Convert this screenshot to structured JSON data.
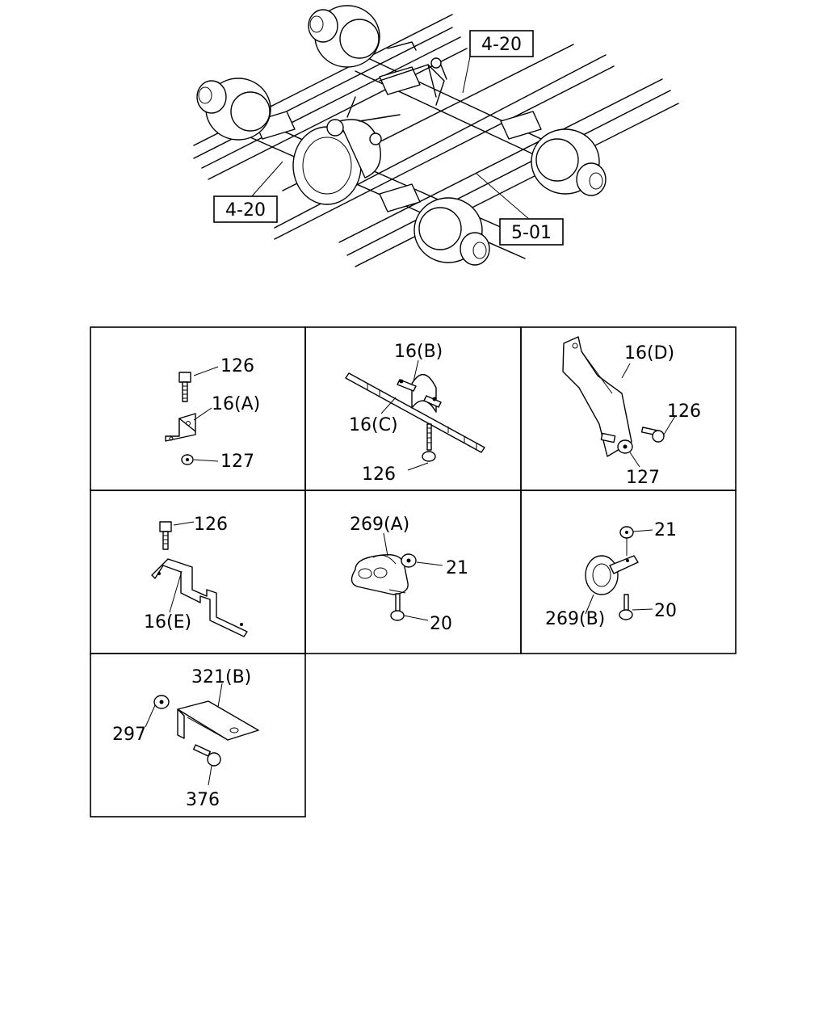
{
  "overview": {
    "ref_boxes": [
      {
        "id": "frame-left",
        "text": "4-20"
      },
      {
        "id": "frame-right",
        "text": "4-20"
      },
      {
        "id": "axle",
        "text": "5-01"
      }
    ]
  },
  "panels": [
    {
      "id": "A",
      "labels": [
        "126",
        "16(A)",
        "127"
      ]
    },
    {
      "id": "BC",
      "labels": [
        "16(B)",
        "16(C)",
        "126"
      ]
    },
    {
      "id": "D",
      "labels": [
        "16(D)",
        "126",
        "127"
      ]
    },
    {
      "id": "E",
      "labels": [
        "126",
        "16(E)"
      ]
    },
    {
      "id": "269A",
      "labels": [
        "269(A)",
        "21",
        "20"
      ]
    },
    {
      "id": "269B",
      "labels": [
        "21",
        "269(B)",
        "20"
      ]
    },
    {
      "id": "321B",
      "labels": [
        "321(B)",
        "297",
        "376"
      ]
    }
  ]
}
